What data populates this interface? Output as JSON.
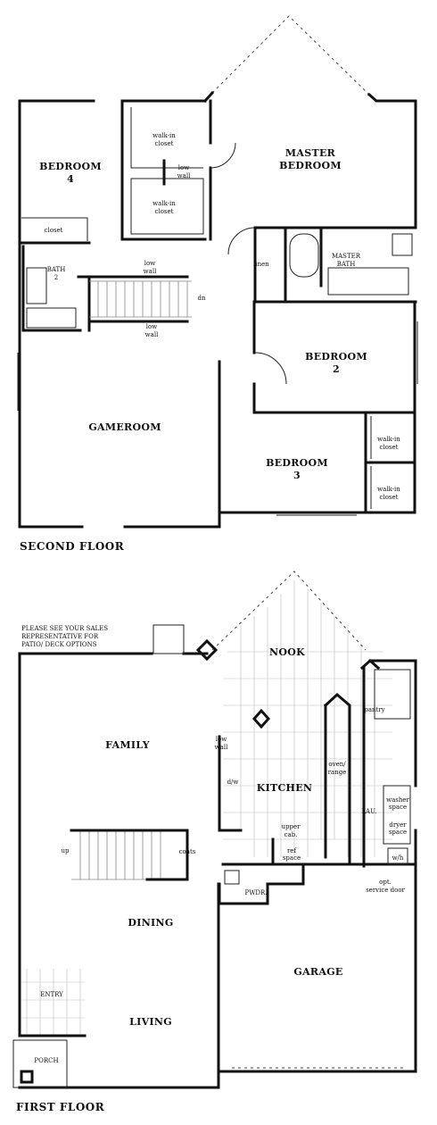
{
  "second_floor": {
    "title": "SECOND FLOOR",
    "rooms": {
      "bedroom4": [
        "BEDROOM",
        "4"
      ],
      "closet": "closet",
      "walkin1": [
        "walk-in",
        "closet"
      ],
      "lowwall1": [
        "low",
        "wall"
      ],
      "walkin2": [
        "walk-in",
        "closet"
      ],
      "master": [
        "MASTER",
        "BEDROOM"
      ],
      "bath2": [
        "BATH",
        "2"
      ],
      "lowwall2": [
        "low",
        "wall"
      ],
      "dn": "dn",
      "lowwall3": [
        "low",
        "wall"
      ],
      "linen": "linen",
      "masterbath": [
        "MASTER",
        "BATH"
      ],
      "bedroom2": [
        "BEDROOM",
        "2"
      ],
      "gameroom": "GAMEROOM",
      "walkin3": [
        "walk-in",
        "closet"
      ],
      "bedroom3": [
        "BEDROOM",
        "3"
      ],
      "walkin4": [
        "walk-in",
        "closet"
      ]
    }
  },
  "first_floor": {
    "title": "FIRST FLOOR",
    "note": [
      "PLEASE SEE YOUR SALES",
      "REPRESENTATIVE FOR",
      "PATIO/ DECK OPTIONS"
    ],
    "rooms": {
      "nook": "NOOK",
      "pantry": "pantry",
      "family": "FAMILY",
      "lowwall": [
        "low",
        "wall"
      ],
      "ovenrange": [
        "oven/",
        "range"
      ],
      "dw": "d/w",
      "kitchen": "KITCHEN",
      "lau": "LAU.",
      "washer": [
        "washer",
        "space"
      ],
      "dryer": [
        "dryer",
        "space"
      ],
      "upper": [
        "upper",
        "cab."
      ],
      "up": "up",
      "coats": "coats",
      "ref": [
        "ref",
        "space"
      ],
      "wh": "w/h",
      "pwdr": "PWDR.",
      "service": [
        "opt.",
        "service door"
      ],
      "dining": "DINING",
      "garage": "GARAGE",
      "entry": "ENTRY",
      "living": "LIVING",
      "porch": "PORCH"
    }
  }
}
